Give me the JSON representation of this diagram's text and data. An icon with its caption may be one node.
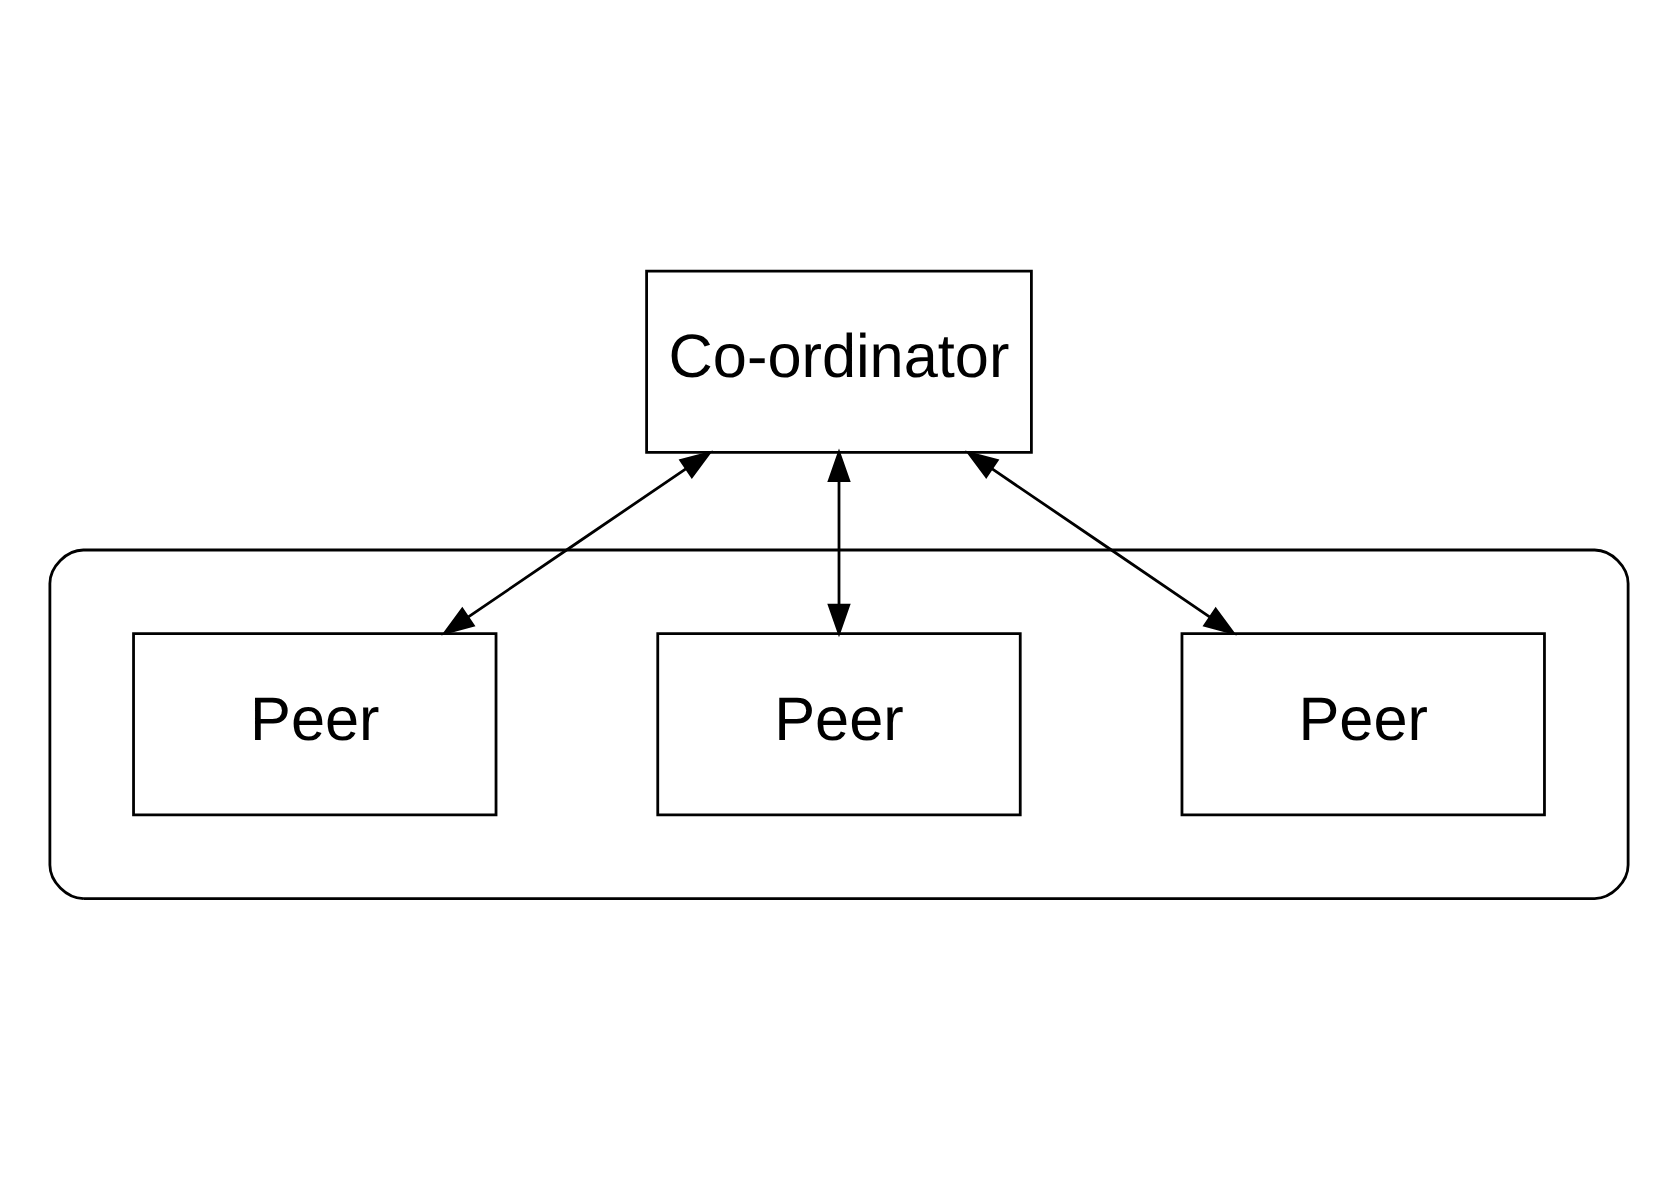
{
  "diagram": {
    "nodes": [
      {
        "text": [
          "Co-ordinator"
        ]
      },
      {
        "text": [],
        "shape": "ellipse"
      },
      {
        "text": [
          "Peer"
        ],
        "in": 1
      },
      {
        "text": [
          "Peer"
        ],
        "in": 1
      },
      {
        "text": [
          "Peer"
        ],
        "in": 1
      }
    ],
    "edges": [
      {
        "from": 0,
        "to": 2,
        "arrow": "both"
      },
      {
        "from": 0,
        "to": 4,
        "arrow": "both"
      },
      {
        "from": 0,
        "to": 3,
        "arrow": "both"
      }
    ]
  }
}
